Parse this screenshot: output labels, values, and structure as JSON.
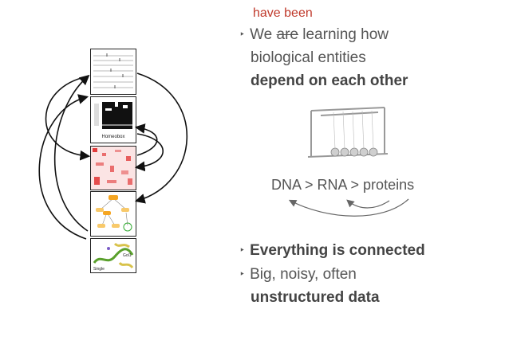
{
  "slide": {
    "edit_insert": "have been",
    "line1": {
      "pre": "We ",
      "struck": "are",
      "post": " learning how"
    },
    "line2": "biological entities",
    "line3": "depend on each other",
    "flow": "DNA > RNA > proteins",
    "bullet2": "Everything is connected",
    "bullet3": "Big, noisy, often",
    "bullet3b": "unstructured data",
    "bullet_glyph": "‣",
    "thumb2_label": "Homeobox",
    "thumb5_label_left": "Single",
    "thumb5_label_right": "Gol1"
  }
}
